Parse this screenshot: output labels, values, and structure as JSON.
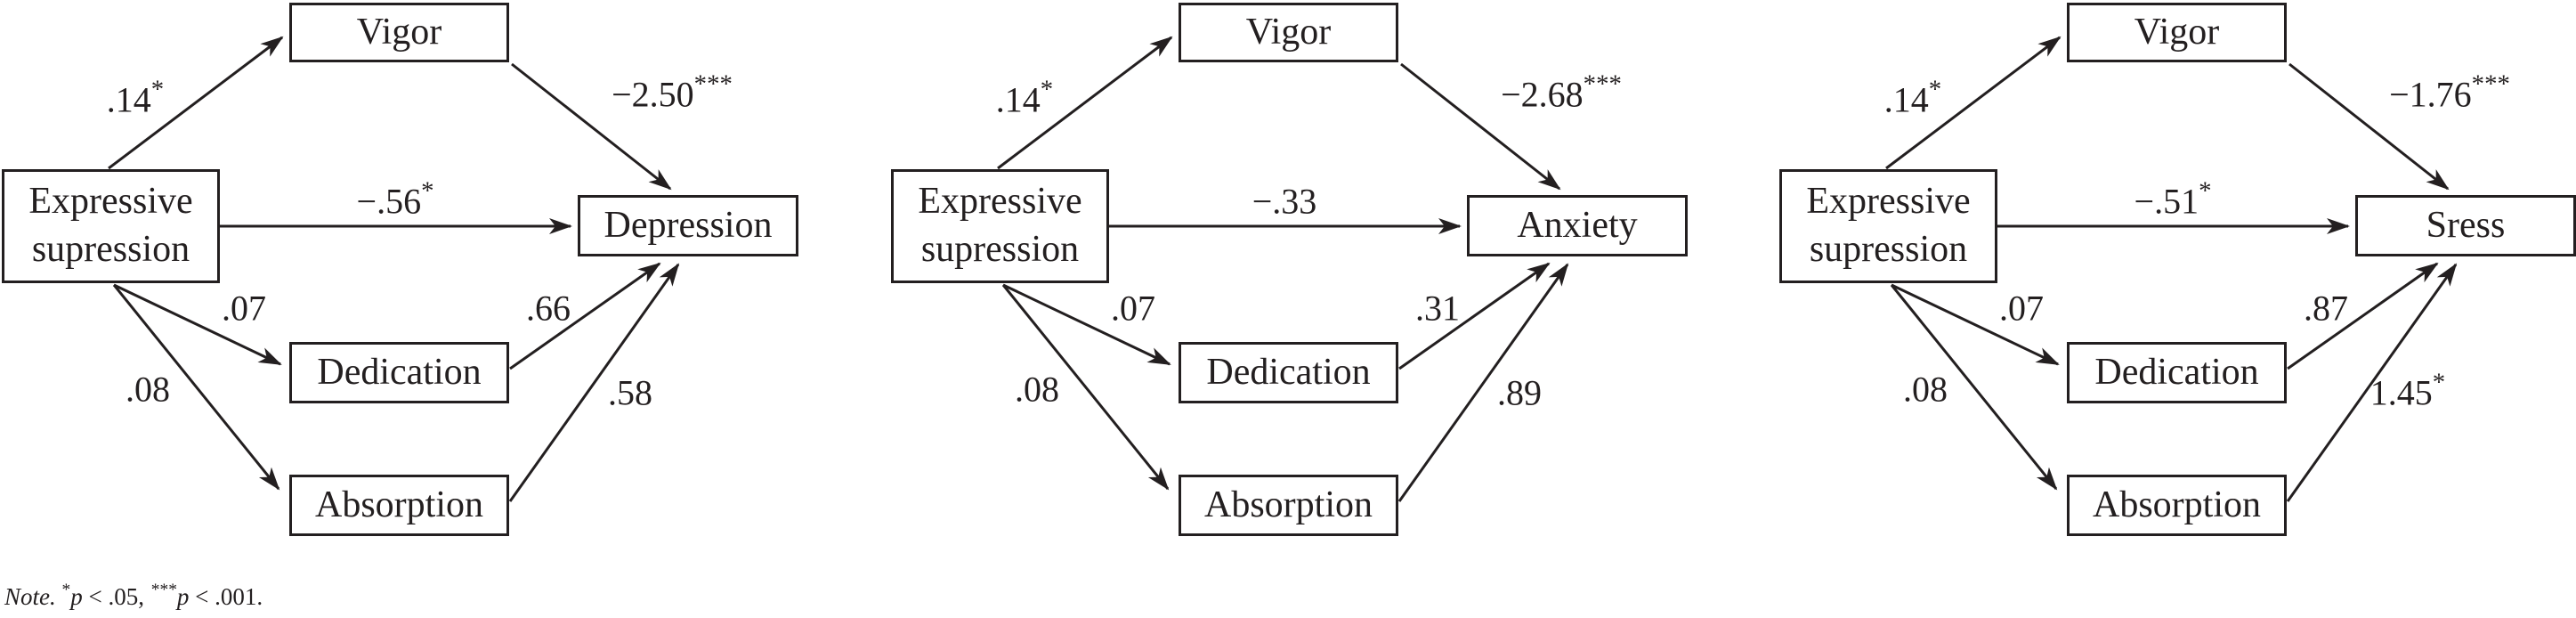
{
  "figure": {
    "background": "#ffffff",
    "ink": "#231f20"
  },
  "note": {
    "label": "Note.",
    "sig1_star": "*",
    "sig1_p": "p",
    "sig1_rest": " < .05,",
    "sig3_star": "***",
    "sig3_p": "p",
    "sig3_rest": " < .001."
  },
  "panels": [
    {
      "predictor": "Expressive supression",
      "mediator_top": "Vigor",
      "mediator_mid": "Dedication",
      "mediator_bottom": "Absorption",
      "outcome": "Depression",
      "coef": {
        "pred_vigor": {
          "value": ".14",
          "stars": "*"
        },
        "vigor_outcome": {
          "value": "−2.50",
          "stars": "***"
        },
        "direct": {
          "value": "−.56",
          "stars": "*"
        },
        "pred_dedication": {
          "value": ".07",
          "stars": ""
        },
        "dedication_outcome": {
          "value": ".66",
          "stars": ""
        },
        "pred_absorption": {
          "value": ".08",
          "stars": ""
        },
        "absorption_outcome": {
          "value": ".58",
          "stars": ""
        }
      }
    },
    {
      "predictor": "Expressive supression",
      "mediator_top": "Vigor",
      "mediator_mid": "Dedication",
      "mediator_bottom": "Absorption",
      "outcome": "Anxiety",
      "coef": {
        "pred_vigor": {
          "value": ".14",
          "stars": "*"
        },
        "vigor_outcome": {
          "value": "−2.68",
          "stars": "***"
        },
        "direct": {
          "value": "−.33",
          "stars": ""
        },
        "pred_dedication": {
          "value": ".07",
          "stars": ""
        },
        "dedication_outcome": {
          "value": ".31",
          "stars": ""
        },
        "pred_absorption": {
          "value": ".08",
          "stars": ""
        },
        "absorption_outcome": {
          "value": ".89",
          "stars": ""
        }
      }
    },
    {
      "predictor": "Expressive supression",
      "mediator_top": "Vigor",
      "mediator_mid": "Dedication",
      "mediator_bottom": "Absorption",
      "outcome": "Sress",
      "coef": {
        "pred_vigor": {
          "value": ".14",
          "stars": "*"
        },
        "vigor_outcome": {
          "value": "−1.76",
          "stars": "***"
        },
        "direct": {
          "value": "−.51",
          "stars": "*"
        },
        "pred_dedication": {
          "value": ".07",
          "stars": ""
        },
        "dedication_outcome": {
          "value": ".87",
          "stars": ""
        },
        "pred_absorption": {
          "value": ".08",
          "stars": ""
        },
        "absorption_outcome": {
          "value": "1.45",
          "stars": "*"
        }
      }
    }
  ]
}
